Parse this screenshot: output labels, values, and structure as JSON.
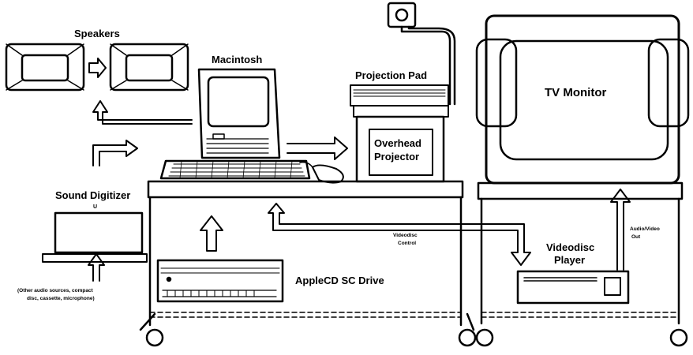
{
  "labels": {
    "speakers": "Speakers",
    "macintosh": "Macintosh",
    "projection_pad": "Projection Pad",
    "overhead_line1": "Overhead",
    "overhead_line2": "Projector",
    "tv_monitor": "TV Monitor",
    "sound_digitizer": "Sound Digitizer",
    "sound_digitizer_sub": "U",
    "videodisc_control_line1": "Videodisc",
    "videodisc_control_line2": "Control",
    "videodisc_player_line1": "Videodisc",
    "videodisc_player_line2": "Player",
    "audio_video_line1": "Audio/Video",
    "audio_video_line2": "Out",
    "other_sources_line1": "(Other audio sources, compact",
    "other_sources_line2": "disc, cassette, microphone)",
    "applecd": "AppleCD SC Drive"
  }
}
